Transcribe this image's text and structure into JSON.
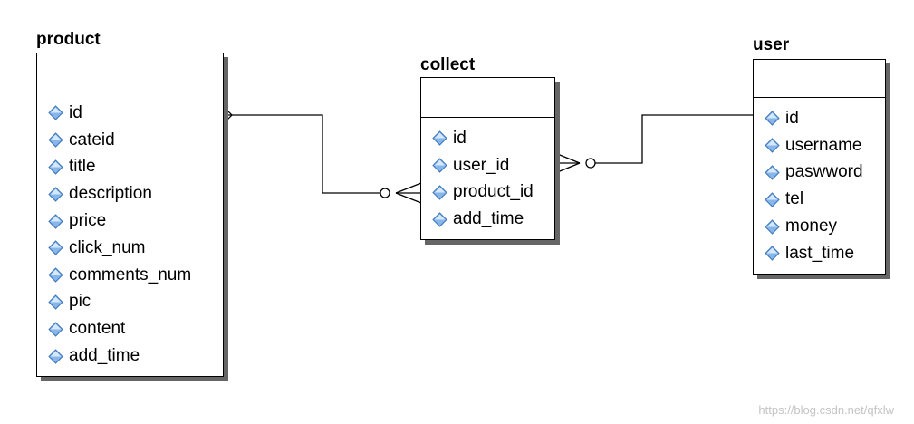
{
  "colors": {
    "line": "#000000",
    "shadow": "#666666",
    "icon_fill": "#86b6ea",
    "icon_stroke": "#3f78bd",
    "watermark": "#c4c4c4"
  },
  "entities": {
    "product": {
      "title": "product",
      "fields": [
        "id",
        "cateid",
        "title",
        "description",
        "price",
        "click_num",
        "comments_num",
        "pic",
        "content",
        "add_time"
      ]
    },
    "collect": {
      "title": "collect",
      "fields": [
        "id",
        "user_id",
        "product_id",
        "add_time"
      ]
    },
    "user": {
      "title": "user",
      "fields": [
        "id",
        "username",
        "paswword",
        "tel",
        "money",
        "last_time"
      ]
    }
  },
  "field_icon": "diamond-key-icon",
  "relationships": [
    {
      "from": "product",
      "to": "collect",
      "from_end": "one",
      "to_end": "zero-or-many"
    },
    {
      "from": "user",
      "to": "collect",
      "from_end": "one",
      "to_end": "zero-or-many"
    }
  ],
  "watermark": "https://blog.csdn.net/qfxlw"
}
